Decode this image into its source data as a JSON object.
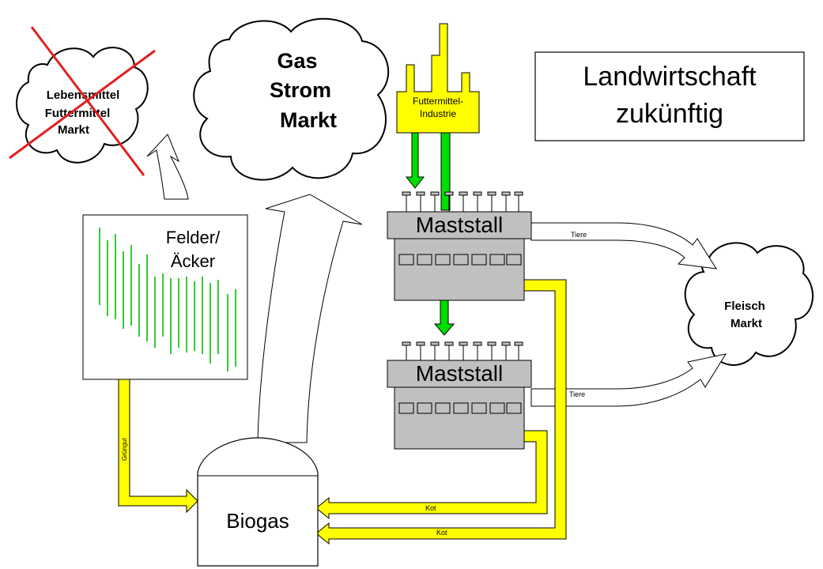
{
  "title": {
    "line1": "Landwirtschaft",
    "line2": "zukünftig"
  },
  "clouds": {
    "food_market": {
      "line1": "Lebensmittel",
      "line2": "Futtermittel",
      "line3": "Markt",
      "crossed_out": true
    },
    "gas_market": {
      "line1": "Gas",
      "line2": "Strom",
      "line3": "Markt"
    },
    "meat_market": {
      "line1": "Fleisch",
      "line2": "Markt"
    }
  },
  "factory": {
    "line1": "Futtermittel-",
    "line2": "Industrie"
  },
  "fields": {
    "line1": "Felder/",
    "line2": "Äcker"
  },
  "stall_upper": {
    "label": "Maststall"
  },
  "stall_lower": {
    "label": "Maststall"
  },
  "biogas": {
    "label": "Biogas"
  },
  "flows": {
    "gruengut": "Grüngut",
    "tiere_upper": "Tiere",
    "tiere_lower": "Tiere",
    "kot_upper": "Kot",
    "kot_lower": "Kot"
  },
  "colors": {
    "feed_yellow": "#ffff00",
    "feed_green": "#00dd00",
    "cross_red": "#e02020",
    "stall_gray": "#c0c0c0",
    "field_green": "#33cc33"
  }
}
